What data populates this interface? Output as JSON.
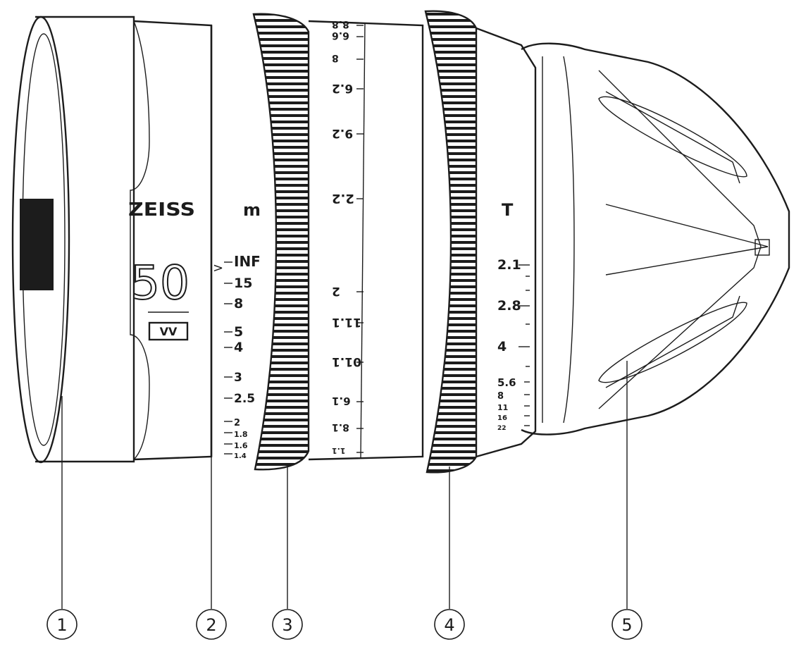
{
  "lens": {
    "brand": "ZEISS",
    "focal_length": "50",
    "format_badge": "VV",
    "focus_scale": {
      "unit": "m",
      "marks": [
        "INF",
        "15",
        "8",
        "5",
        "4",
        "3",
        "2.5",
        "2",
        "1.8",
        "1.6",
        "1.4"
      ]
    },
    "focus_scale_mirrored": {
      "marks": [
        "8.8",
        "6.6",
        "8",
        "6.2",
        "9.2",
        "2.2",
        "2",
        "11.1",
        "01.1",
        "6.1",
        "8.1",
        "1.1"
      ]
    },
    "iris_scale": {
      "unit": "T",
      "marks": [
        "2.1",
        "2.8",
        "4",
        "5.6",
        "8",
        "11",
        "16",
        "22"
      ]
    }
  },
  "callouts": [
    "1",
    "2",
    "3",
    "4",
    "5"
  ],
  "colors": {
    "ink": "#1c1c1c",
    "background": "#ffffff"
  }
}
